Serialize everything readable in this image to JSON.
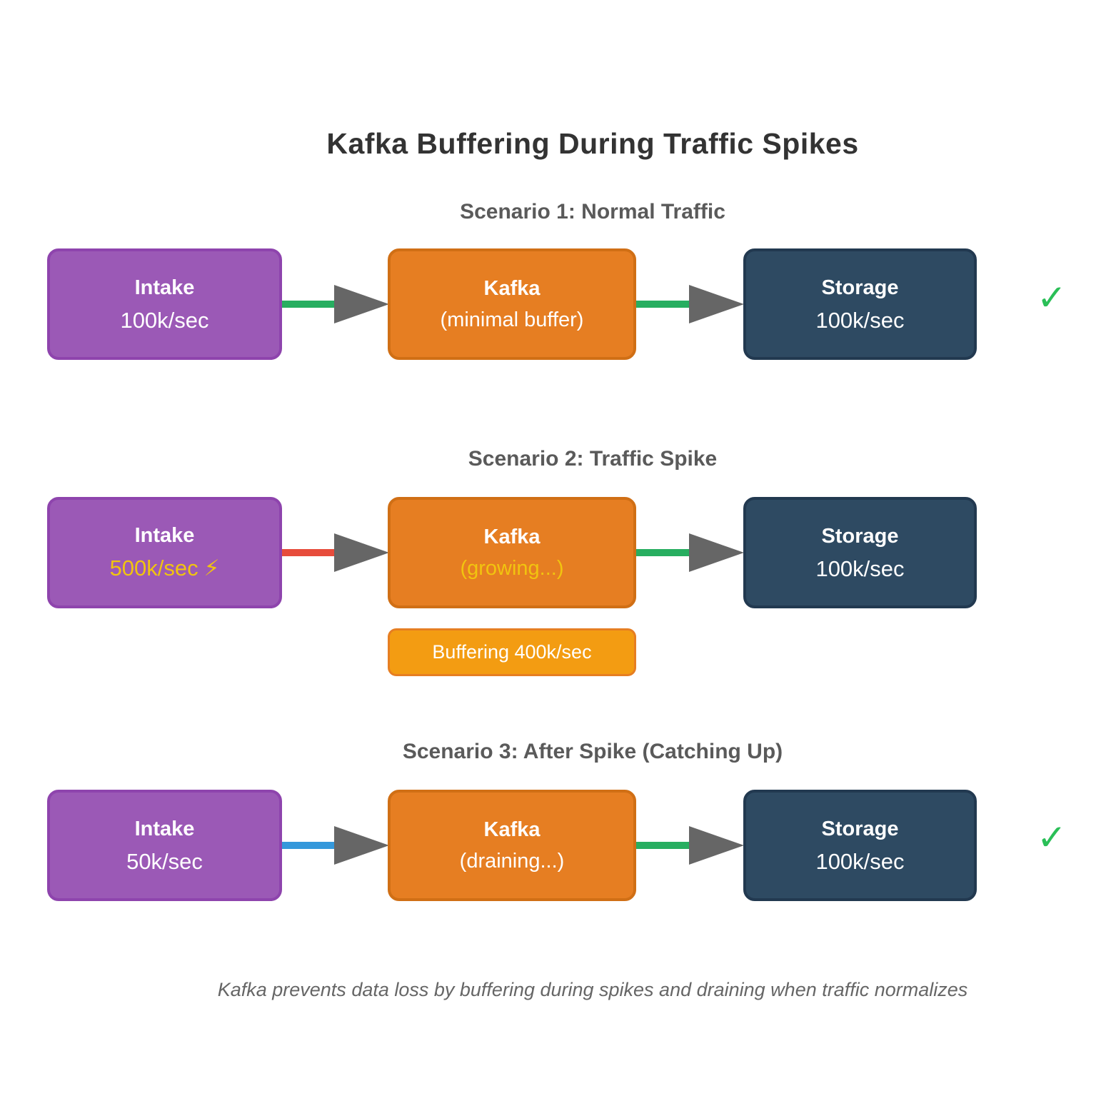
{
  "title": "Kafka Buffering During Traffic Spikes",
  "caption": "Kafka prevents data loss by buffering during spikes and draining when traffic normalizes",
  "colors": {
    "background": "#ffffff",
    "title_color": "#333333",
    "heading_color": "#5a5a5a",
    "caption_color": "#666666",
    "intake_fill": "#9b59b6",
    "intake_border": "#8e44ad",
    "kafka_fill": "#e67e22",
    "kafka_border": "#d06f15",
    "storage_fill": "#2e4a62",
    "storage_border": "#223950",
    "buffer_fill": "#f39c12",
    "buffer_border": "#e67e22",
    "arrow_gray": "#666666",
    "flow_normal": "#27ae60",
    "flow_spike": "#e74c3c",
    "flow_reduced": "#3498db",
    "check_green": "#2abf57",
    "highlight_yellow": "#f1c40f"
  },
  "scenarios": [
    {
      "heading": "Scenario 1: Normal Traffic",
      "intake": {
        "label": "Intake",
        "value": "100k/sec"
      },
      "kafka": {
        "label": "Kafka",
        "value": "(minimal buffer)"
      },
      "storage": {
        "label": "Storage",
        "value": "100k/sec"
      },
      "check": "✓"
    },
    {
      "heading": "Scenario 2: Traffic Spike",
      "intake": {
        "label": "Intake",
        "value": "500k/sec",
        "icon": "⚡"
      },
      "kafka": {
        "label": "Kafka",
        "value": "(growing...)"
      },
      "storage": {
        "label": "Storage",
        "value": "100k/sec"
      },
      "buffer_label": "Buffering 400k/sec"
    },
    {
      "heading": "Scenario 3: After Spike (Catching Up)",
      "intake": {
        "label": "Intake",
        "value": "50k/sec"
      },
      "kafka": {
        "label": "Kafka",
        "value": "(draining...)"
      },
      "storage": {
        "label": "Storage",
        "value": "100k/sec"
      },
      "check": "✓"
    }
  ]
}
